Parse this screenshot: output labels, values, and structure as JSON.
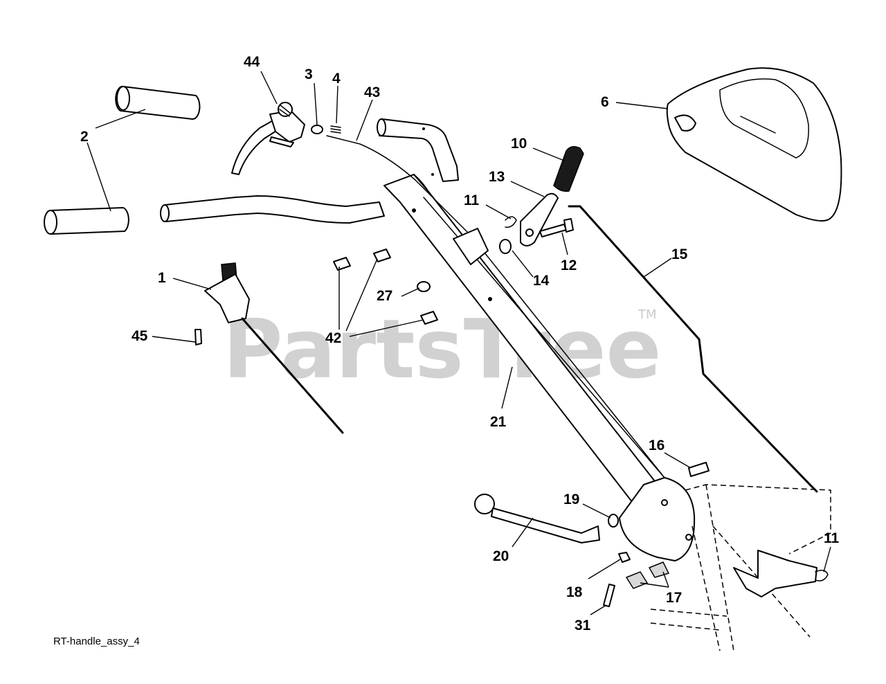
{
  "diagram": {
    "caption": "RT-handle_assy_4",
    "watermark": "PartsTree",
    "watermark_mark": "TM",
    "callouts": [
      {
        "id": "44",
        "label": "44"
      },
      {
        "id": "3",
        "label": "3"
      },
      {
        "id": "4",
        "label": "4"
      },
      {
        "id": "43",
        "label": "43"
      },
      {
        "id": "6",
        "label": "6"
      },
      {
        "id": "2a",
        "label": "2"
      },
      {
        "id": "10",
        "label": "10"
      },
      {
        "id": "13",
        "label": "13"
      },
      {
        "id": "11a",
        "label": "11"
      },
      {
        "id": "15",
        "label": "15"
      },
      {
        "id": "14",
        "label": "14"
      },
      {
        "id": "12",
        "label": "12"
      },
      {
        "id": "1",
        "label": "1"
      },
      {
        "id": "27",
        "label": "27"
      },
      {
        "id": "42",
        "label": "42"
      },
      {
        "id": "45",
        "label": "45"
      },
      {
        "id": "21",
        "label": "21"
      },
      {
        "id": "16",
        "label": "16"
      },
      {
        "id": "19",
        "label": "19"
      },
      {
        "id": "11b",
        "label": "11"
      },
      {
        "id": "20",
        "label": "20"
      },
      {
        "id": "18",
        "label": "18"
      },
      {
        "id": "17",
        "label": "17"
      },
      {
        "id": "31",
        "label": "31"
      }
    ]
  }
}
